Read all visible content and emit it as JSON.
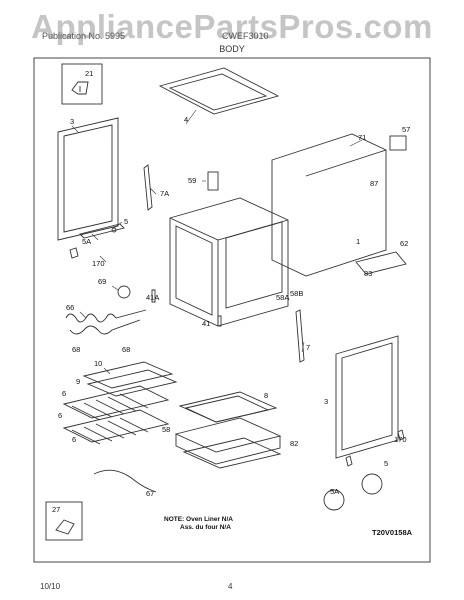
{
  "watermark": "AppliancePartsPros.com",
  "header": {
    "left": "Publication No. 5995",
    "mid": "CWEF3010",
    "section": "BODY"
  },
  "parts": [
    "21",
    "3",
    "4",
    "71",
    "57",
    "59",
    "7A",
    "5",
    "5A",
    "170",
    "1",
    "87",
    "62",
    "83",
    "69",
    "41A",
    "58A",
    "58B",
    "66",
    "68",
    "41",
    "7",
    "10",
    "9",
    "6",
    "8",
    "3",
    "58",
    "82",
    "5",
    "170",
    "27",
    "67",
    "5A"
  ],
  "note": {
    "line1": "NOTE: Oven Liner N/A",
    "line2": "Ass. du four N/A"
  },
  "figure_code": "T20V0158A",
  "footer": {
    "date": "10/10",
    "page": "4"
  }
}
